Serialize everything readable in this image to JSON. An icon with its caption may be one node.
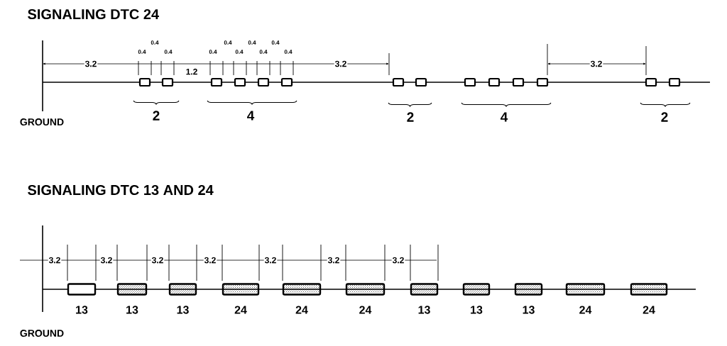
{
  "diagram": {
    "labels": [
      "SIGNALING DTC 24",
      "0.4",
      "0.4",
      "0.4",
      "0.4",
      "0.4",
      "0.4",
      "0.4",
      "0.4",
      "0.4",
      "0.4",
      "3.2",
      "3.2",
      "3.2",
      "1.2",
      "2",
      "4",
      "2",
      "4",
      "2",
      "GROUND",
      "SIGNALING DTC 13 AND 24",
      "3.2",
      "3.2",
      "3.2",
      "3.2",
      "3.2",
      "3.2",
      "3.2",
      "13",
      "13",
      "13",
      "24",
      "24",
      "24",
      "13",
      "13",
      "13",
      "24",
      "24",
      "GROUND"
    ]
  }
}
